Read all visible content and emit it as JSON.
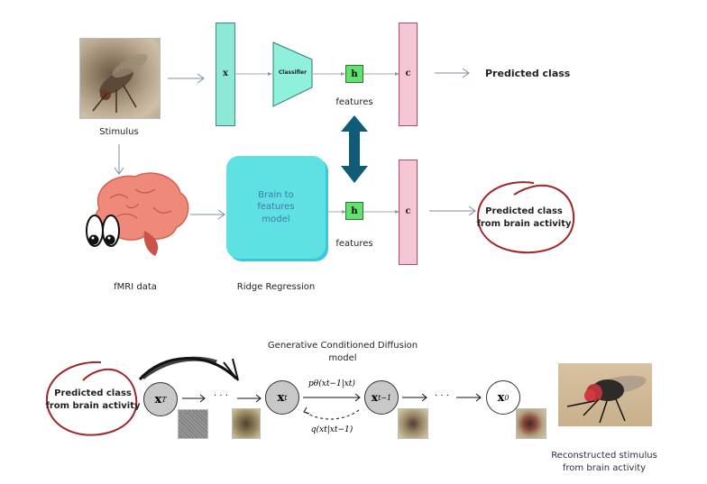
{
  "top_pipeline": {
    "stimulus_label": "Stimulus",
    "input_label": "x",
    "classifier_label": "Classifier",
    "feature_label": "h",
    "features_caption": "features",
    "class_label": "c",
    "output_label": "Predicted class"
  },
  "brain_pipeline": {
    "fmri_label": "fMRI data",
    "model_lines": [
      "Brain to",
      "features",
      "model"
    ],
    "model_caption": "Ridge Regression",
    "feature_label": "h",
    "features_caption": "features",
    "class_label": "c",
    "output_lines": [
      "Predicted class",
      "from brain activity"
    ]
  },
  "diffusion": {
    "title_lines": [
      "Generative Conditioned Diffusion",
      "model"
    ],
    "input_lines": [
      "Predicted class",
      "from brain activity"
    ],
    "nodes": [
      {
        "base": "x",
        "sub": "T"
      },
      {
        "base": "x",
        "sub": "t"
      },
      {
        "base": "x",
        "sub": "t−1"
      },
      {
        "base": "x",
        "sub": "0"
      }
    ],
    "forward_label": "pθ(xt−1|xt)",
    "reverse_label": "q(xt|xt−1)",
    "ellipsis": "· · ·",
    "output_lines": [
      "Reconstructed stimulus",
      "from brain activity"
    ]
  },
  "colors": {
    "input_bar": "#8ee8d6",
    "class_bar": "#f5c7d5",
    "feature_box": "#5ee36f",
    "brain_model": "#5fe0e3",
    "double_arrow": "#0f5c78",
    "circle_annotation": "#a0262c"
  }
}
